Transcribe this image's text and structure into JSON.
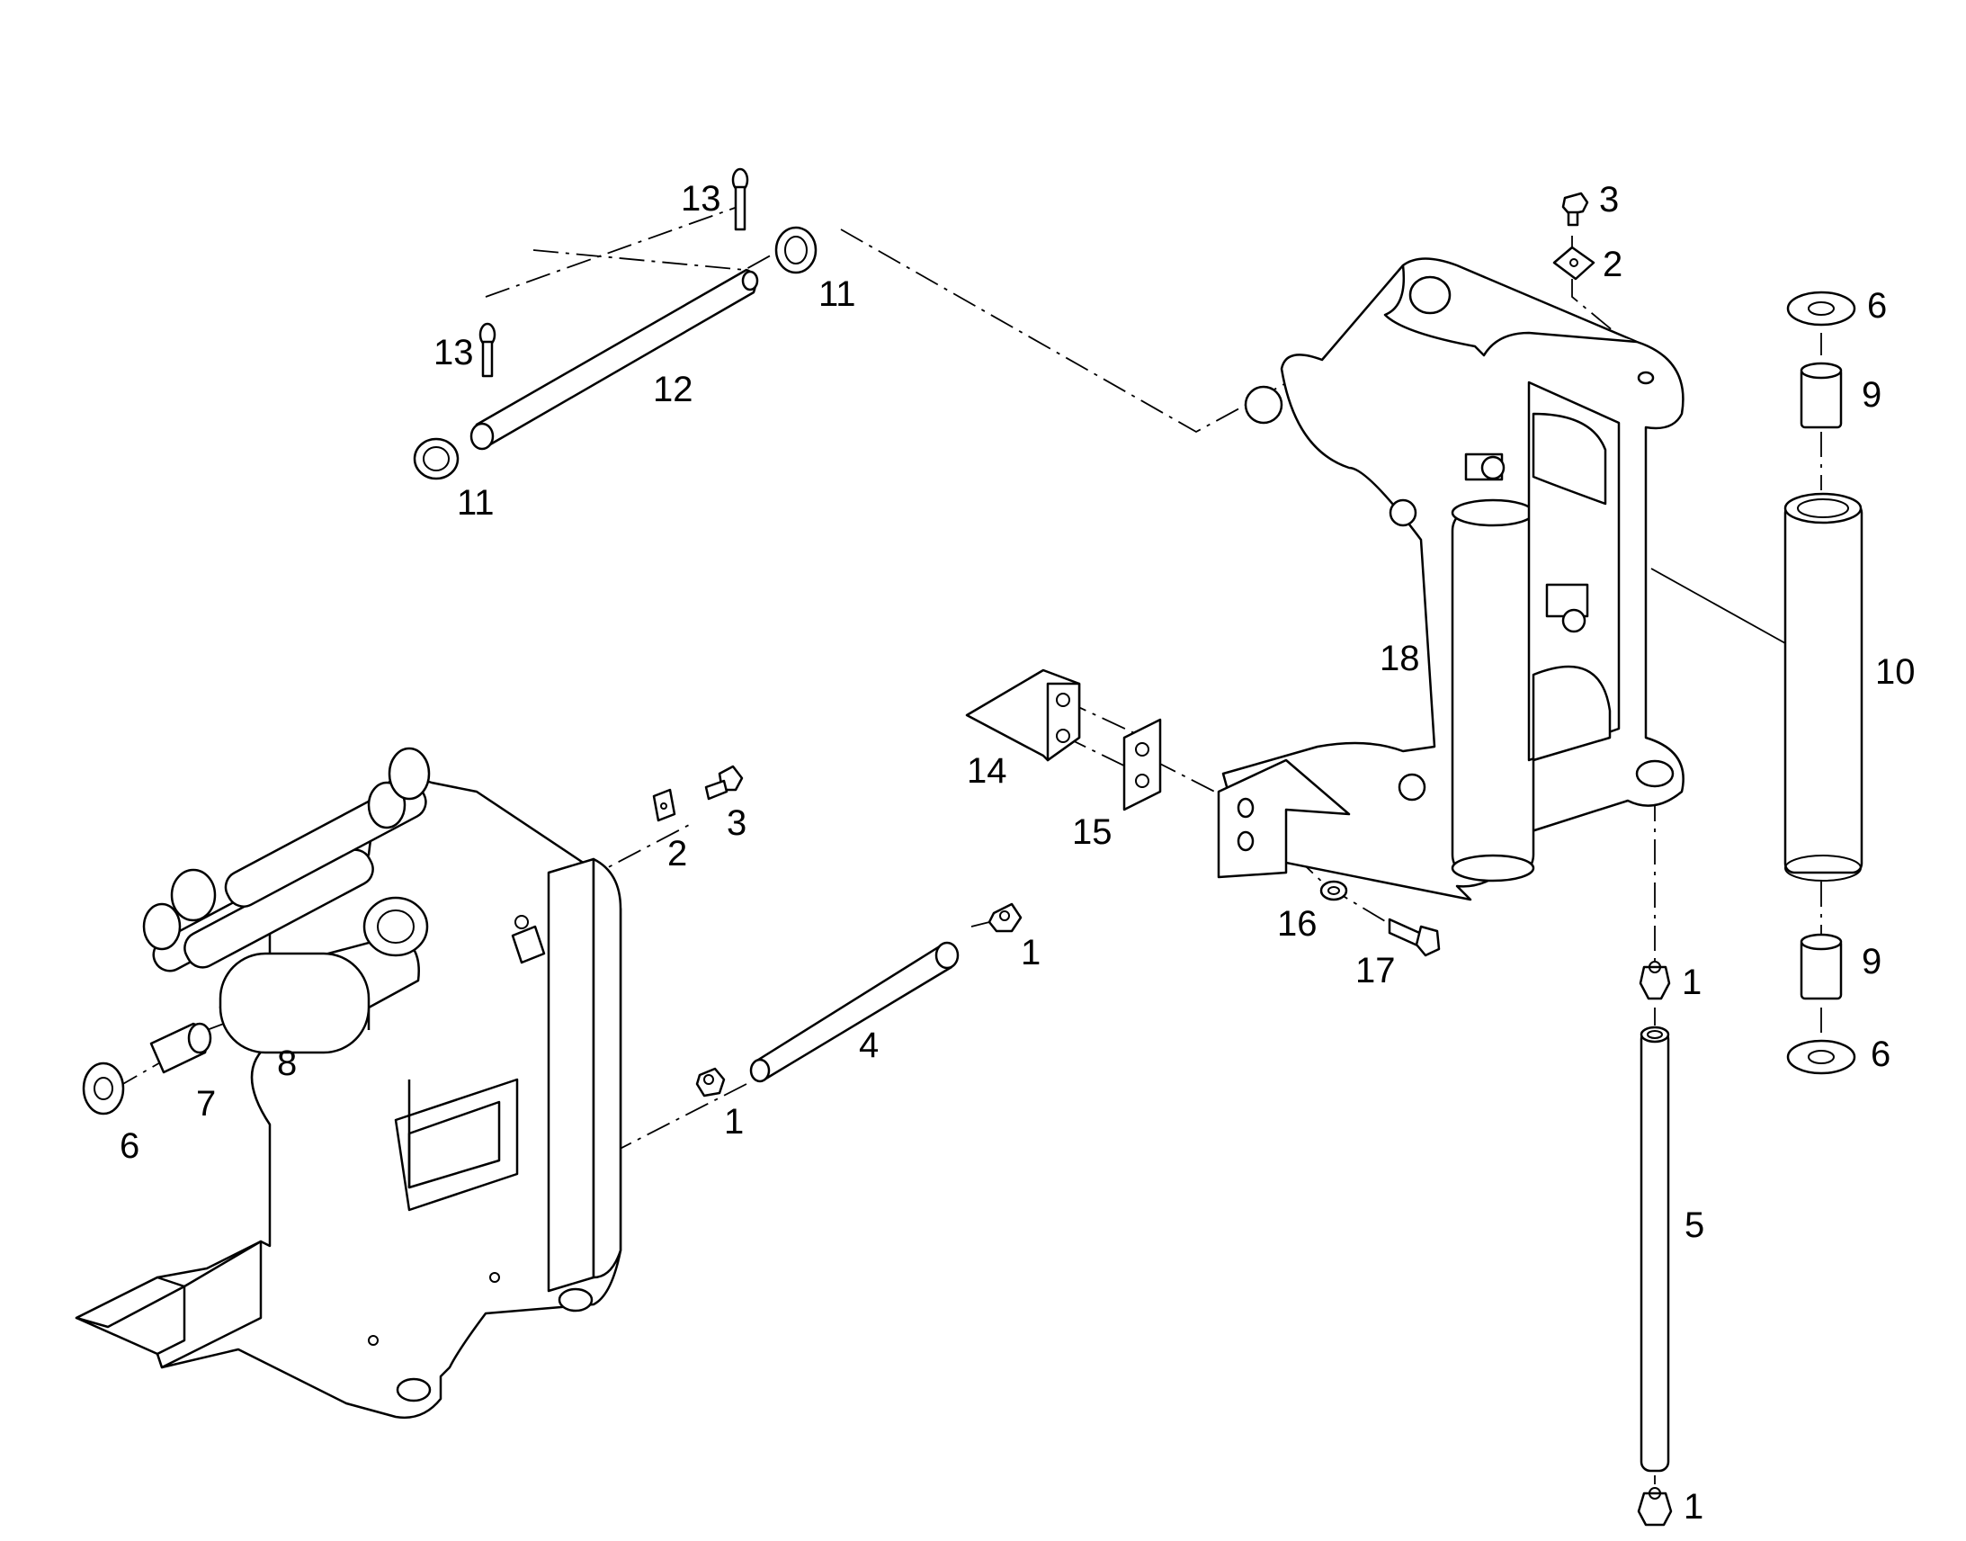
{
  "diagram": {
    "callouts": [
      {
        "id": "c-13a",
        "label": "13"
      },
      {
        "id": "c-11a",
        "label": "11"
      },
      {
        "id": "c-13b",
        "label": "13"
      },
      {
        "id": "c-12",
        "label": "12"
      },
      {
        "id": "c-11b",
        "label": "11"
      },
      {
        "id": "c-3a",
        "label": "3"
      },
      {
        "id": "c-2a",
        "label": "2"
      },
      {
        "id": "c-6a",
        "label": "6"
      },
      {
        "id": "c-9a",
        "label": "9"
      },
      {
        "id": "c-18",
        "label": "18"
      },
      {
        "id": "c-10",
        "label": "10"
      },
      {
        "id": "c-14",
        "label": "14"
      },
      {
        "id": "c-15",
        "label": "15"
      },
      {
        "id": "c-3b",
        "label": "3"
      },
      {
        "id": "c-2b",
        "label": "2"
      },
      {
        "id": "c-16",
        "label": "16"
      },
      {
        "id": "c-17",
        "label": "17"
      },
      {
        "id": "c-1a",
        "label": "1"
      },
      {
        "id": "c-1b",
        "label": "1"
      },
      {
        "id": "c-9b",
        "label": "9"
      },
      {
        "id": "c-6b",
        "label": "6"
      },
      {
        "id": "c-4",
        "label": "4"
      },
      {
        "id": "c-8",
        "label": "8"
      },
      {
        "id": "c-7",
        "label": "7"
      },
      {
        "id": "c-6c",
        "label": "6"
      },
      {
        "id": "c-1c",
        "label": "1"
      },
      {
        "id": "c-5",
        "label": "5"
      },
      {
        "id": "c-1d",
        "label": "1"
      }
    ]
  }
}
